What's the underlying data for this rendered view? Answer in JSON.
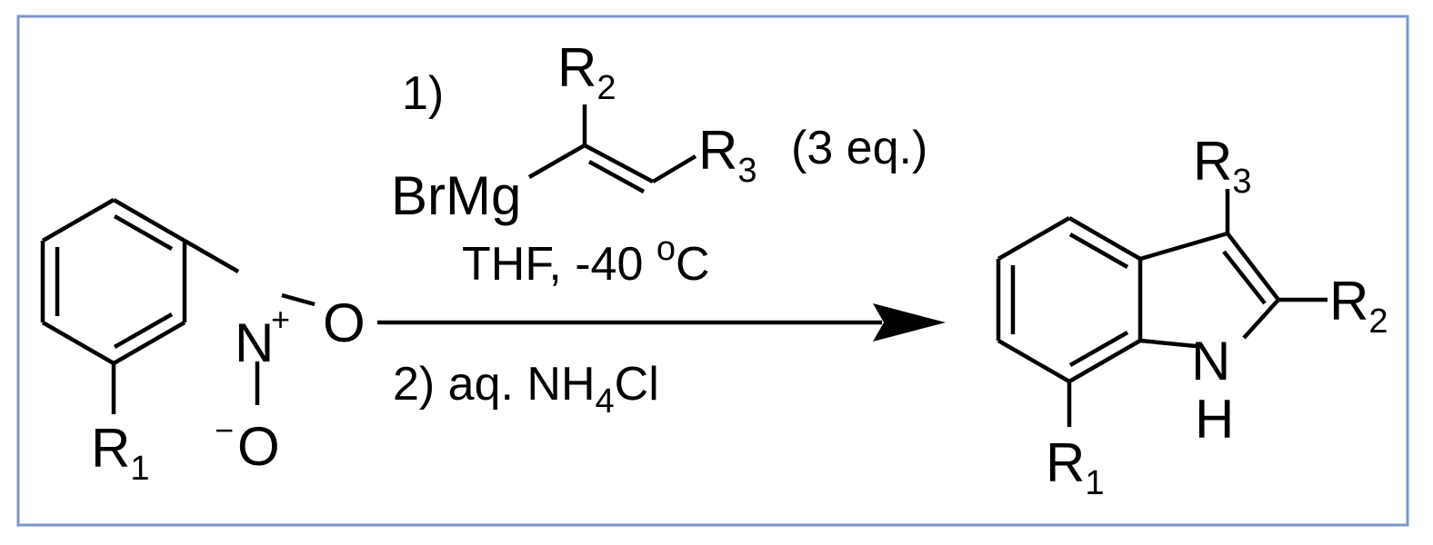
{
  "reactant": {
    "r1": "R",
    "r1_sub": "1",
    "nitrogen": "N",
    "n_charge": "+",
    "oxygen_double": "O",
    "oxygen_single": "O",
    "o_charge": "−"
  },
  "reagent": {
    "step1": "1)",
    "metal_group": "BrMg",
    "r2": "R",
    "r2_sub": "2",
    "r3": "R",
    "r3_sub": "3",
    "equivalents": "(3 eq.)"
  },
  "conditions": {
    "solvent_temp": "THF, -40 ",
    "deg": "o",
    "unit": "C",
    "step2_prefix": "2) aq. NH",
    "step2_sub": "4",
    "step2_suffix": "Cl"
  },
  "product": {
    "r3": "R",
    "r3_sub": "3",
    "r2": "R",
    "r2_sub": "2",
    "n": "N",
    "h": "H",
    "r1": "R",
    "r1_sub": "1"
  },
  "colors": {
    "frame": "#7f96c8",
    "ink": "#000000",
    "background": "#ffffff"
  }
}
